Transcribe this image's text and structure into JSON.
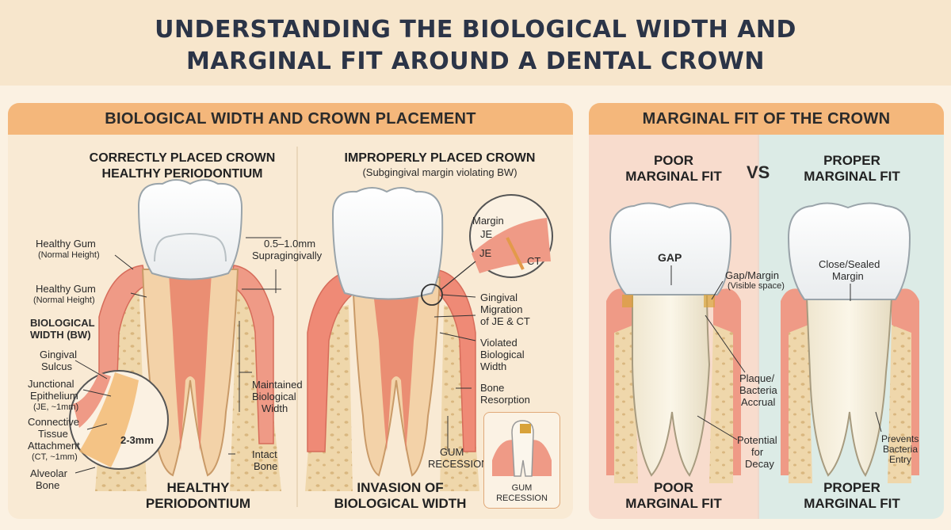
{
  "title": {
    "line1": "UNDERSTANDING THE BIOLOGICAL WIDTH AND",
    "line2": "MARGINAL FIT AROUND A DENTAL CROWN"
  },
  "left_panel": {
    "header": "BIOLOGICAL WIDTH AND CROWN PLACEMENT",
    "correct": {
      "heading1": "CORRECTLY PLACED CROWN",
      "heading2": "HEALTHY PERIODONTIUM",
      "labels": {
        "healthy_gum_1": "Healthy Gum",
        "healthy_gum_1_sub": "(Normal Height)",
        "healthy_gum_2": "Healthy Gum",
        "healthy_gum_2_sub": "(Normal Height)",
        "bw_1": "BIOLOGICAL",
        "bw_2": "WIDTH (BW)",
        "sulcus_1": "Gingival",
        "sulcus_2": "Sulcus",
        "je_1": "Junctional",
        "je_2": "Epithelium",
        "je_3": "(JE, ~1mm)",
        "ct_1": "Connective",
        "ct_2": "Tissue",
        "ct_3": "Attachment",
        "ct_4": "(CT, ~1mm)",
        "bone_1": "Alveolar",
        "bone_2": "Bone",
        "measure": "2-3mm",
        "supra_1": "0.5–1.0mm",
        "supra_2": "Supragingivally",
        "maintained_1": "Maintained",
        "maintained_2": "Biological",
        "maintained_3": "Width",
        "intact_1": "Intact",
        "intact_2": "Bone"
      },
      "caption1": "HEALTHY",
      "caption2": "PERIODONTIUM"
    },
    "improper": {
      "heading1": "IMPROPERLY PLACED CROWN",
      "heading2": "(Subgingival margin violating BW)",
      "labels": {
        "margin": "Margin",
        "je_top": "JE",
        "je": "JE",
        "ct": "CT",
        "gingival_1": "Gingival",
        "gingival_2": "Migration",
        "gingival_3": "of JE & CT",
        "violated_1": "Violated",
        "violated_2": "Biological",
        "violated_3": "Width",
        "bone_res_1": "Bone",
        "bone_res_2": "Resorption",
        "gum_rec_1": "GUM",
        "gum_rec_2": "RECESSION",
        "inset_1": "GUM",
        "inset_2": "RECESSION"
      },
      "caption1": "INVASION OF",
      "caption2": "BIOLOGICAL WIDTH"
    }
  },
  "right_panel": {
    "header": "MARGINAL FIT OF THE CROWN",
    "vs": "VS",
    "poor": {
      "heading1": "POOR",
      "heading2": "MARGINAL FIT",
      "gap": "GAP",
      "gap_margin": "Gap/Margin",
      "gap_margin_sub": "(Visible space)",
      "plaque_1": "Plaque/",
      "plaque_2": "Bacteria",
      "plaque_3": "Accrual",
      "decay_1": "Potential",
      "decay_2": "for",
      "decay_3": "Decay",
      "caption1": "POOR",
      "caption2": "MARGINAL FIT"
    },
    "proper": {
      "heading1": "PROPER",
      "heading2": "MARGINAL FIT",
      "sealed_1": "Close/Sealed",
      "sealed_2": "Margin",
      "prevents_1": "Prevents",
      "prevents_2": "Bacteria",
      "prevents_3": "Entry",
      "caption1": "PROPER",
      "caption2": "MARGINAL FIT"
    }
  },
  "colors": {
    "header_band": "#f4b77b",
    "gum": "#ef9a86",
    "bone": "#ecd3a6",
    "crown": "#fdfdfb",
    "dentin": "#f3d2a8",
    "pulp": "#e7836a",
    "poor_bg": "#f8dccd",
    "proper_bg": "#dcebe6"
  }
}
